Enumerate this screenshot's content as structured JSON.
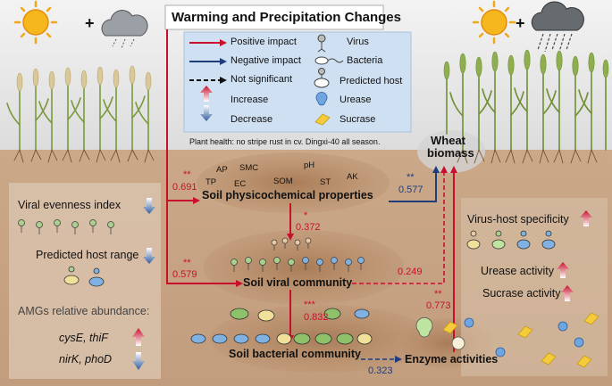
{
  "title": "Warming and Precipitation Changes",
  "legend": {
    "positive": "Positive impact",
    "negative": "Negative impact",
    "not_significant": "Not significant",
    "increase": "Increase",
    "decrease": "Decrease",
    "virus": "Virus",
    "bacteria": "Bacteria",
    "predicted_host": "Predicted host",
    "urease": "Urease",
    "sucrase": "Sucrase"
  },
  "plant_health": "Plant health: no stripe rust in cv. Dingxi-40 all season.",
  "wheat_biomass": [
    "Wheat",
    "biomass"
  ],
  "nodes": {
    "soil_phys": "Soil physicochemical properties",
    "soil_viral": "Soil viral community",
    "soil_bacterial": "Soil bacterial community",
    "enzyme": "Enzyme activities"
  },
  "soil_properties": [
    "AP",
    "SMC",
    "pH",
    "AK",
    "TP",
    "EC",
    "SOM",
    "ST"
  ],
  "paths": {
    "warm_soil": {
      "stars": "**",
      "value": "0.691"
    },
    "warm_viral": {
      "stars": "**",
      "value": "0.579"
    },
    "soil_viral": {
      "stars": "*",
      "value": "0.372"
    },
    "soil_biomass": {
      "stars": "**",
      "value": "0.577"
    },
    "viral_biomass": {
      "stars": "",
      "value": "0.249"
    },
    "viral_bacterial": {
      "stars": "***",
      "value": "0.832"
    },
    "bacterial_enzyme": {
      "stars": "",
      "value": "0.323"
    },
    "enzyme_biomass": {
      "stars": "**",
      "value": "0.773"
    }
  },
  "left_panel": {
    "viral_evenness": "Viral evenness index",
    "predicted_host_range": "Predicted host range",
    "amgs": "AMGs relative abundance:",
    "genes_up": "cysE, thiF",
    "genes_down": "nirK, phoD"
  },
  "right_panel": {
    "virus_host": "Virus-host specificity",
    "urease": "Urease activity",
    "sucrase": "Sucrase activity"
  },
  "plus": "+",
  "colors": {
    "positive": "#c8102e",
    "negative": "#1f3d7a",
    "soil": "#c9a98a",
    "soil_dark": "#b48a67",
    "legend_bg": "#cfe0f3",
    "sky": "#eaeaea"
  }
}
